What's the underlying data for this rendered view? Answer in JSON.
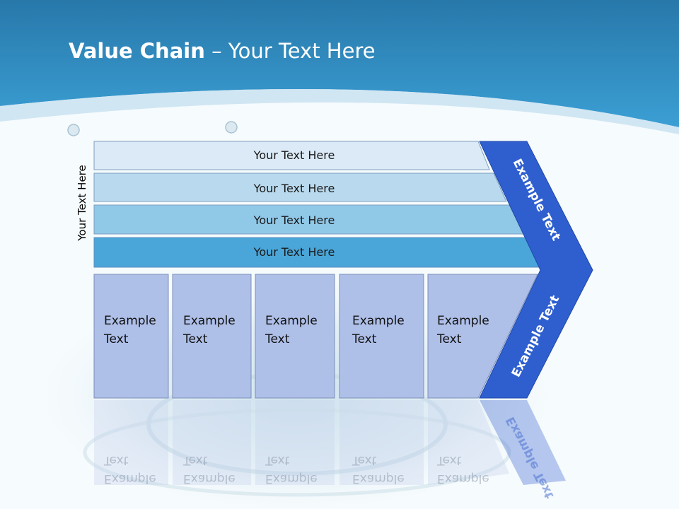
{
  "slide": {
    "title_bold": "Value Chain",
    "title_rest": " – Your Text Here",
    "vertical_label": "Your Text Here"
  },
  "bars": [
    {
      "label": "Your Text Here",
      "color": "#dbeaf6"
    },
    {
      "label": "Your Text Here",
      "color": "#b9daee"
    },
    {
      "label": "Your Text Here",
      "color": "#90c8e8"
    },
    {
      "label": "Your Text Here",
      "color": "#4aa6d8"
    }
  ],
  "boxes": [
    {
      "line1": "Example",
      "line2": "Text"
    },
    {
      "line1": "Example",
      "line2": "Text"
    },
    {
      "line1": "Example",
      "line2": "Text"
    },
    {
      "line1": "Example",
      "line2": "Text"
    },
    {
      "line1": "Example",
      "line2": "Text"
    }
  ],
  "chevron": {
    "upper_label": "Example Text",
    "lower_label": "Example Text",
    "color": "#2f5fcf"
  },
  "colors": {
    "header_blue": "#2f8fc8",
    "box_fill": "#aebfe8",
    "box_border": "#7d8fb8"
  }
}
